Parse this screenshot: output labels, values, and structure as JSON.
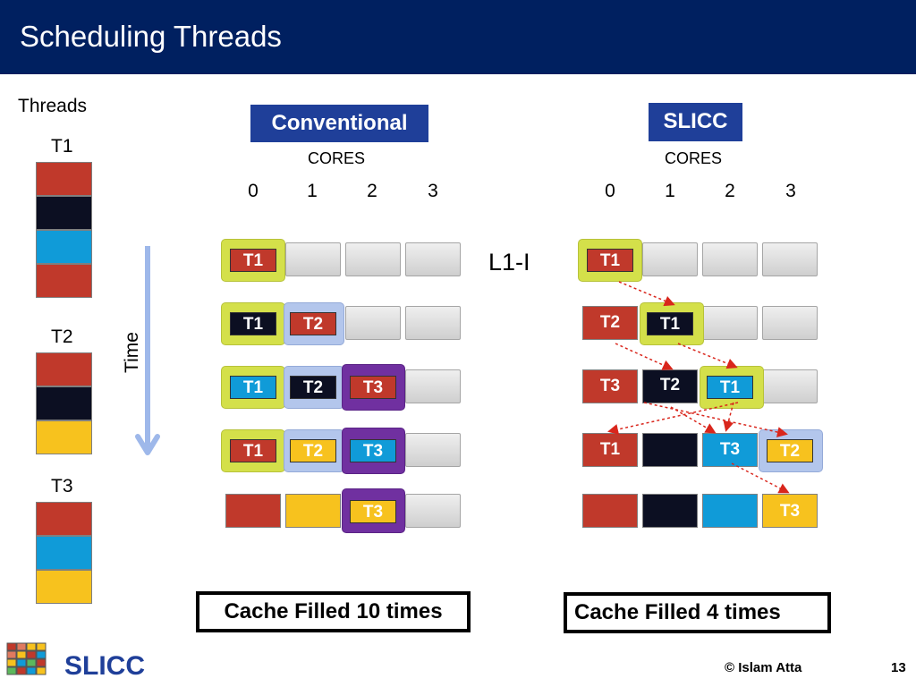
{
  "slide": {
    "title": "Scheduling Threads",
    "page_number": "13",
    "copyright": "© Islam Atta"
  },
  "threads_panel": {
    "heading": "Threads",
    "threads": [
      {
        "label": "T1",
        "segments": [
          "#c0392b",
          "#0c0f22",
          "#109bd8",
          "#c0392b"
        ]
      },
      {
        "label": "T2",
        "segments": [
          "#c0392b",
          "#0c0f22",
          "#f7c21e"
        ]
      },
      {
        "label": "T3",
        "segments": [
          "#c0392b",
          "#109bd8",
          "#f7c21e"
        ]
      }
    ]
  },
  "time_axis": {
    "label": "Time"
  },
  "l1_label": "L1-I",
  "conventional": {
    "badge": "Conventional",
    "cores_label": "CORES",
    "core_numbers": [
      "0",
      "1",
      "2",
      "3"
    ],
    "result": "Cache Filled 10 times",
    "rows": [
      [
        "T1",
        "",
        "",
        ""
      ],
      [
        "T1",
        "T2",
        "",
        ""
      ],
      [
        "T1",
        "T2",
        "T3",
        ""
      ],
      [
        "T1",
        "T2",
        "T3",
        ""
      ],
      [
        "",
        "",
        "T3",
        ""
      ]
    ]
  },
  "slicc": {
    "badge": "SLICC",
    "cores_label": "CORES",
    "core_numbers": [
      "0",
      "1",
      "2",
      "3"
    ],
    "result": "Cache Filled 4 times",
    "rows": [
      [
        "T1",
        "",
        "",
        ""
      ],
      [
        "T2",
        "T1",
        "",
        ""
      ],
      [
        "T3",
        "T2",
        "T1",
        ""
      ],
      [
        "T1",
        "",
        "T3",
        "T2"
      ],
      [
        "",
        "",
        "",
        "T3"
      ]
    ]
  },
  "logo": {
    "text": "SLICC"
  },
  "colors": {
    "title_bar": "#002060",
    "badge": "#1f3f99",
    "red": "#c0392b",
    "black": "#0c0f22",
    "blue": "#109bd8",
    "yellow": "#f7c21e",
    "green_highlight": "#d4e04a",
    "lavender_highlight": "#b3c6ec",
    "purple_highlight": "#7030a0",
    "time_arrow": "#9eb8ea"
  }
}
